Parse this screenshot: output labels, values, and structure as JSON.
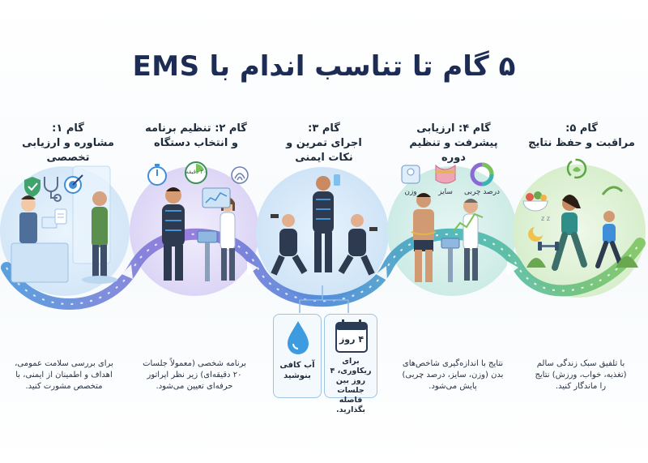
{
  "title": "۵ گام تا تناسب اندام با EMS",
  "colors": {
    "title": "#1c2c54",
    "arrow_blue": "#3f8fd8",
    "arrow_purple": "#8a6bd6",
    "arrow_teal": "#3cb3b0",
    "arrow_green": "#79c25a",
    "water": "#3d9be0"
  },
  "steps": [
    {
      "title": "گام ۱:\nمشاوره و ارزیابی\nتخصصی",
      "description": "برای بررسی سلامت عمومی،\nاهداف و اطمینان از ایمنی، با\nمتخصص مشورت کنید.",
      "icons": [
        "shield-icon",
        "stethoscope-icon",
        "target-icon",
        "clipboard-icon"
      ]
    },
    {
      "title": "گام ۲: تنظیم برنامه\nو انتخاب دستگاه",
      "description": "برنامه شخصی (معمولاً جلسات\n۲۰ دقیقه‌ای) زیر نظر اپراتور\nحرفه‌ای تعیین می‌شود.",
      "timer_label": "۲۰ دقیقه",
      "icons": [
        "stopwatch-icon",
        "fingerprint-icon",
        "monitor-icon"
      ]
    },
    {
      "title": "گام ۳:\nاجرای تمرین و\nنکات ایمنی",
      "description": "",
      "icons": [
        "water-drop-icon",
        "calendar-icon"
      ]
    },
    {
      "title": "گام ۴: ارزیابی\nپیشرفت و تنظیم دوره",
      "description": "نتایج با اندازه‌گیری شاخص‌های\nبدن (وزن، سایز، درصد چربی)\nپایش می‌شود.",
      "metrics": [
        "وزن",
        "سایز",
        "درصد چربی"
      ],
      "icons": [
        "scale-icon",
        "tape-measure-icon",
        "pie-chart-icon"
      ]
    },
    {
      "title": "گام ۵:\nمراقبت و حفظ نتایج",
      "description": "با تلفیق سبک زندگی سالم\n(تغذیه، خواب، ورزش) نتایج\nرا ماندگار کنید.",
      "icons": [
        "recycle-leaf-icon",
        "salad-icon",
        "moon-icon",
        "dumbbell-icon"
      ]
    }
  ],
  "tips": [
    {
      "text": "آب کافی\nبنوشید",
      "icon": "water-drop-icon"
    },
    {
      "text": "برای ریکاوری، ۴\nروز بین جلسات\nفاصله بگذارید.",
      "icon": "calendar-icon",
      "calendar_label": "۴ روز"
    }
  ]
}
